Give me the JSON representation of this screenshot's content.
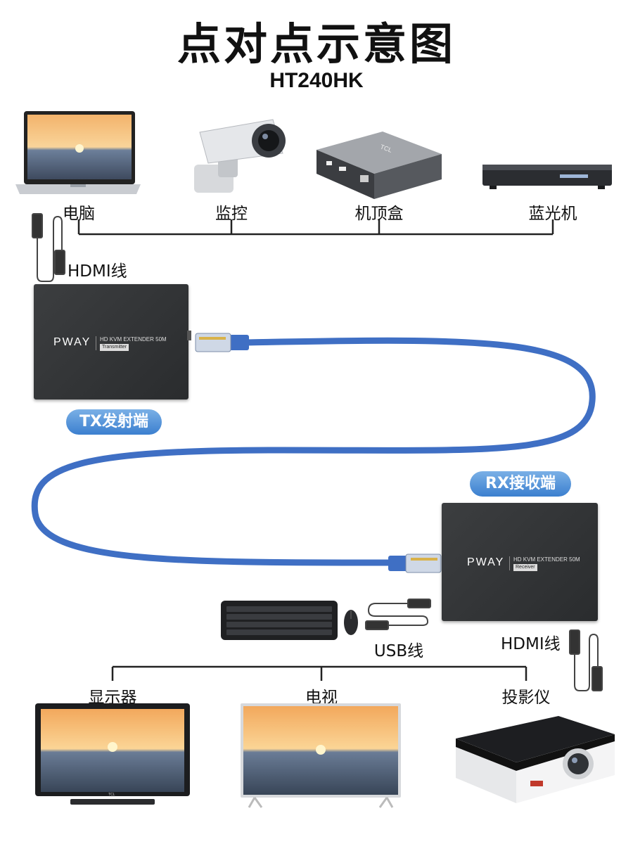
{
  "header": {
    "title": "点对点示意图",
    "model": "HT240HK"
  },
  "sources": [
    {
      "label": "电脑",
      "icon": "laptop-icon"
    },
    {
      "label": "监控",
      "icon": "security-camera-icon"
    },
    {
      "label": "机顶盒",
      "icon": "set-top-box-icon",
      "brand": "TCL"
    },
    {
      "label": "蓝光机",
      "icon": "blu-ray-player-icon"
    }
  ],
  "cables": {
    "hdmi_top": "HDMI线",
    "hdmi_bottom": "HDMI线",
    "usb": "USB线"
  },
  "transmitter": {
    "pill": "TX发射端",
    "brand": "PWAY",
    "model_text": "HD KVM EXTENDER 50M",
    "role": "Transmitter"
  },
  "receiver": {
    "pill": "RX接收端",
    "brand": "PWAY",
    "model_text": "HD KVM EXTENDER 50M",
    "role": "Receiver"
  },
  "displays": [
    {
      "label": "显示器",
      "icon": "monitor-icon",
      "brand": "TCL"
    },
    {
      "label": "电视",
      "icon": "tv-icon"
    },
    {
      "label": "投影仪",
      "icon": "projector-icon"
    }
  ],
  "colors": {
    "cable_blue": "#3f6fc4",
    "device_dark": "#303234",
    "pill_blue": "#4a8ad6",
    "line": "#222222"
  }
}
